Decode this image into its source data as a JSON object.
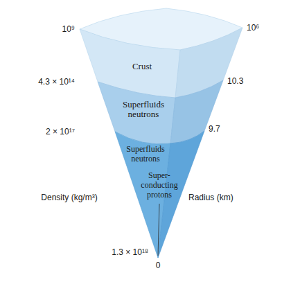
{
  "diagram": {
    "nodes": [
      {
        "text": [
          "Crust"
        ]
      },
      {
        "text": [
          "Superfluids neutrons"
        ]
      },
      {
        "text": [
          "Superfluids neutrons",
          "Super- conducting protons"
        ]
      }
    ],
    "labels": [
      "10⁹",
      "4.3 × 10¹⁴",
      "2 × 10¹⁷",
      "Density (kg/m³)",
      "1.3 × 10¹⁸",
      "10⁶",
      "10.3",
      "9.7",
      "Radius (km)",
      "0"
    ]
  }
}
